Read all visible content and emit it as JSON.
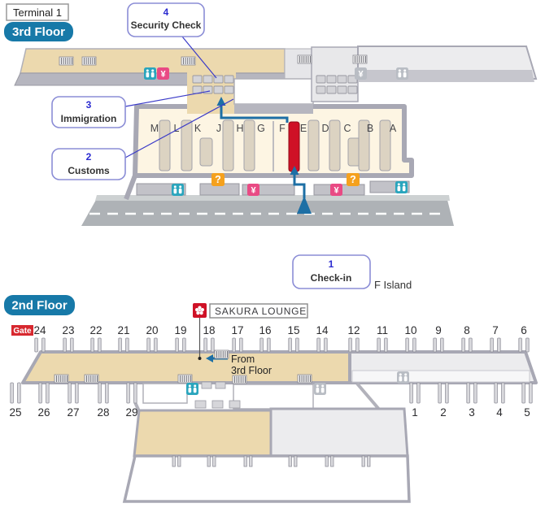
{
  "header": {
    "terminal": "Terminal 1",
    "floor3": "3rd Floor",
    "floor2": "2nd Floor"
  },
  "callouts": {
    "security_check": {
      "number": "4",
      "label": "Security Check"
    },
    "immigration": {
      "number": "3",
      "label": "Immigration"
    },
    "customs": {
      "number": "2",
      "label": "Customs"
    },
    "check_in": {
      "number": "1",
      "label": "Check-in"
    }
  },
  "annotations": {
    "f_island": "F Island",
    "sakura_lounge": "SAKURA LOUNGE",
    "from_line1": "From",
    "from_line2": "3rd Floor",
    "gate_label": "Gate"
  },
  "check_in_islands": {
    "letters": [
      "M",
      "L",
      "K",
      "J",
      "H",
      "G",
      "F",
      "E",
      "D",
      "C",
      "B",
      "A"
    ],
    "highlighted_island": "F"
  },
  "gates": {
    "top_row": [
      "24",
      "23",
      "22",
      "21",
      "20",
      "19",
      "18",
      "17",
      "16",
      "15",
      "14",
      "12",
      "11",
      "10",
      "9",
      "8",
      "7",
      "6"
    ],
    "bottom_left_row": [
      "25",
      "26",
      "27",
      "28",
      "29"
    ],
    "bottom_right_row": [
      "1",
      "2",
      "3",
      "4",
      "5"
    ]
  },
  "icons": {
    "restroom_name": "restroom",
    "currency_glyph": "¥",
    "information_glyph": "?"
  },
  "colors": {
    "floor_badge": "#1779a8",
    "highlight_red": "#cf1126",
    "route_blue": "#1d6fa5",
    "callout_border": "#8b8dd6",
    "callout_number": "#2b2bd0",
    "restroom_teal": "#2aa5bd",
    "currency_pink": "#e94a84",
    "information_orange": "#f5a11d",
    "icon_gray": "#b9bdc4",
    "gate_red": "#d7282f",
    "concourse_tan": "#ecd9ae",
    "hall_cream": "#fdf5e3",
    "wall_gray": "#a8a8b4"
  }
}
